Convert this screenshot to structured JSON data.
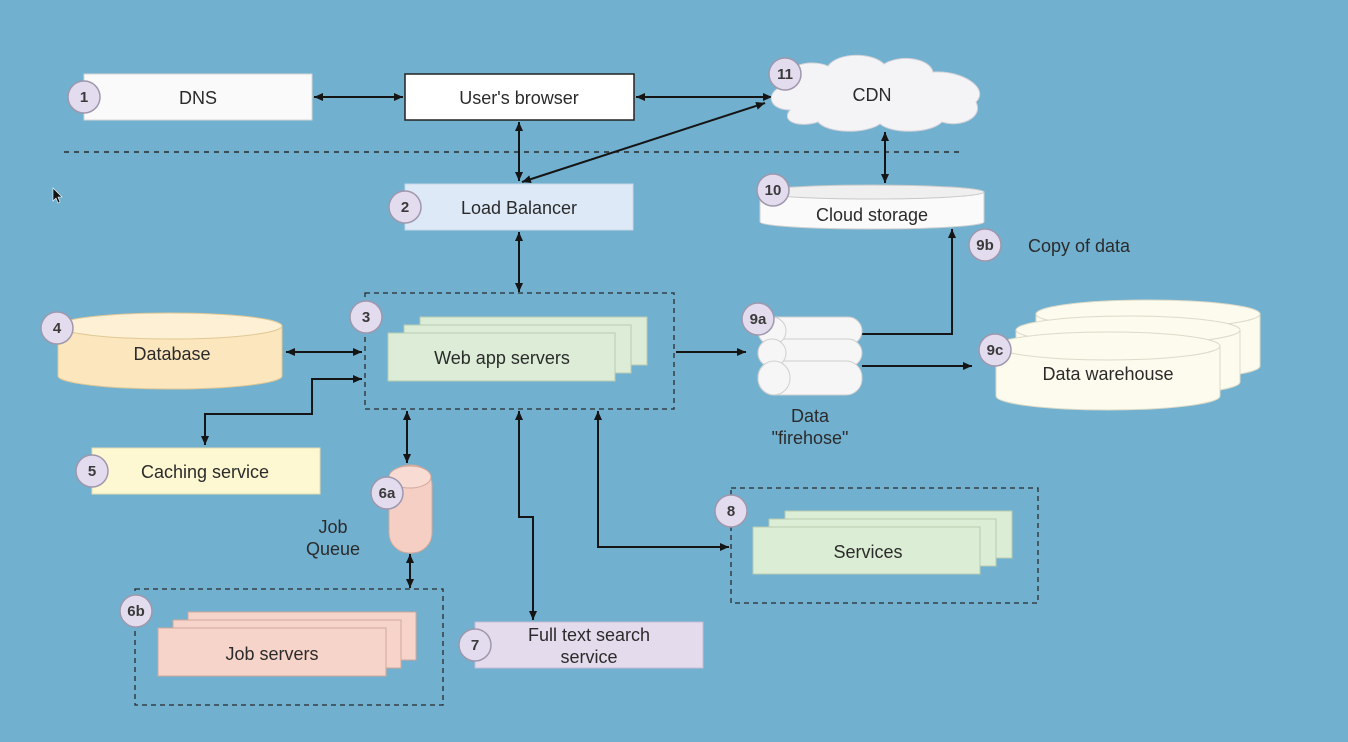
{
  "nodes": {
    "dns": {
      "badge": "1",
      "label": "DNS"
    },
    "browser": {
      "label": "User's browser"
    },
    "cdn": {
      "badge": "11",
      "label": "CDN"
    },
    "load_balancer": {
      "badge": "2",
      "label": "Load Balancer"
    },
    "cloud_storage": {
      "badge": "10",
      "label": "Cloud storage"
    },
    "copy_of_data": {
      "badge": "9b",
      "label": "Copy of data"
    },
    "database": {
      "badge": "4",
      "label": "Database"
    },
    "web_app": {
      "badge": "3",
      "label": "Web app servers"
    },
    "firehose": {
      "badge": "9a",
      "label_line1": "Data",
      "label_line2": "\"firehose\""
    },
    "warehouse": {
      "badge": "9c",
      "label": "Data warehouse"
    },
    "caching": {
      "badge": "5",
      "label": "Caching service"
    },
    "job_queue": {
      "badge": "6a",
      "label_line1": "Job",
      "label_line2": "Queue"
    },
    "services": {
      "badge": "8",
      "label": "Services"
    },
    "job_servers": {
      "badge": "6b",
      "label": "Job servers"
    },
    "search": {
      "badge": "7",
      "label_line1": "Full text search",
      "label_line2": "service"
    }
  },
  "colors": {
    "background": "#71b0cf",
    "load_balancer_fill": "#dde9f7",
    "database_fill": "#fbe6bd",
    "web_app_fill": "#dcecd6",
    "caching_fill": "#fdf8d2",
    "job_queue_fill": "#f5cfc4",
    "job_servers_fill": "#f7d4c9",
    "search_fill": "#e4dcec",
    "services_fill": "#dcedd5",
    "warehouse_fill": "#fdfbee",
    "badge_fill": "#e3dcef"
  }
}
